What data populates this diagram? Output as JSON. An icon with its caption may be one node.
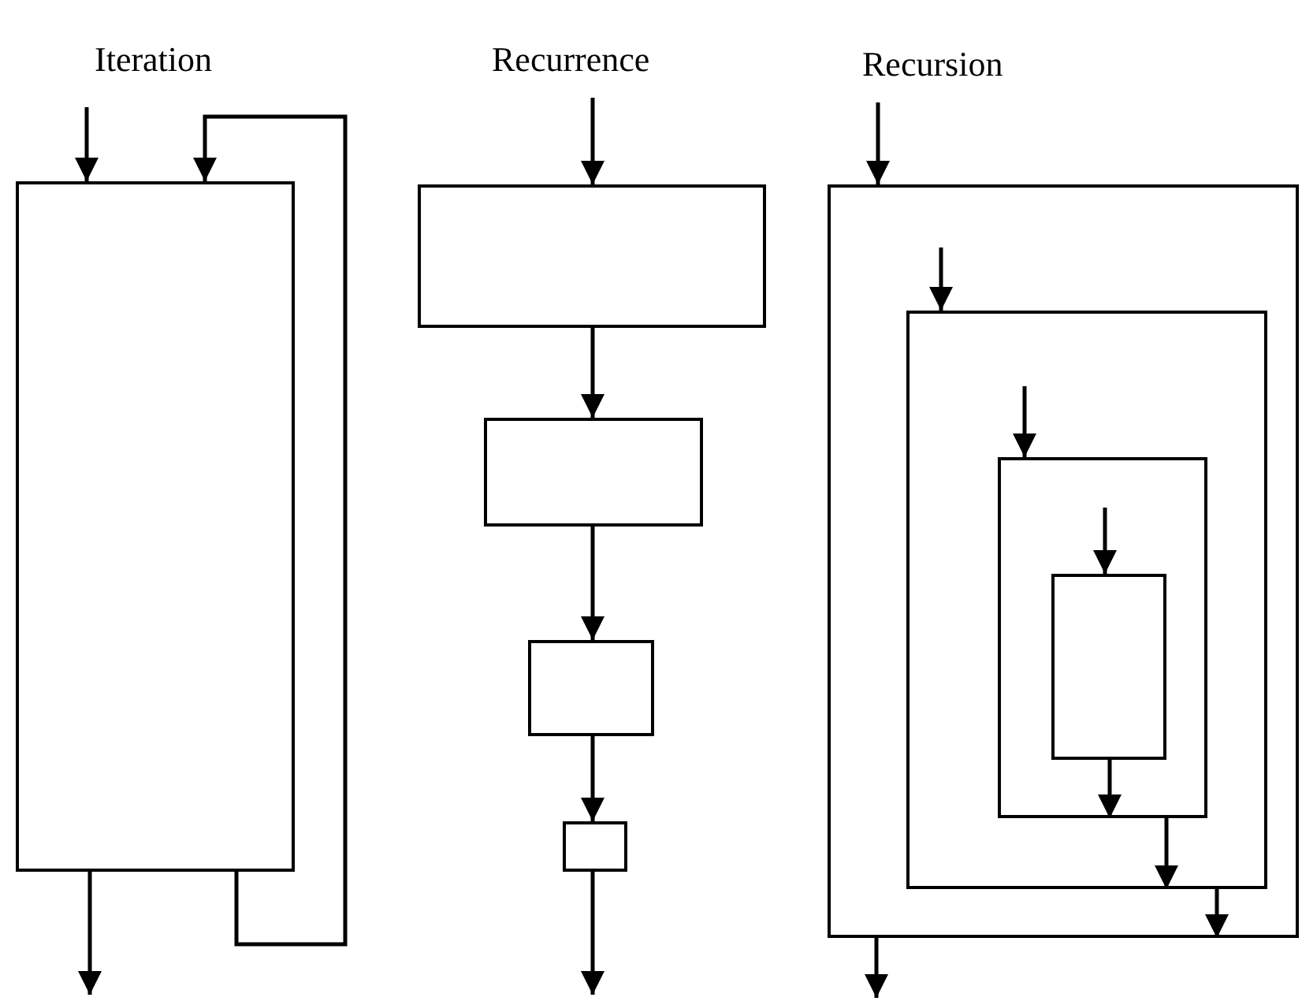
{
  "diagram": {
    "nodes": [
      {
        "text": [],
        "shape": "box"
      },
      {
        "text": [],
        "shape": "box"
      },
      {
        "text": [],
        "shape": "box"
      },
      {
        "text": [],
        "shape": "box"
      },
      {
        "text": [],
        "shape": "box"
      },
      {
        "text": [],
        "shape": "box"
      },
      {
        "text": [],
        "shape": "box",
        "in": 5
      },
      {
        "text": [],
        "shape": "box",
        "in": 6
      },
      {
        "text": [],
        "shape": "box",
        "in": 7
      }
    ],
    "edges": [
      {
        "from": null,
        "to": 0,
        "arrow": "to"
      },
      {
        "from": 0,
        "to": 0,
        "arrow": "to"
      },
      {
        "from": 0,
        "to": null,
        "arrow": "to"
      },
      {
        "from": null,
        "to": 1,
        "arrow": "to"
      },
      {
        "from": 1,
        "to": 2,
        "arrow": "to"
      },
      {
        "from": 2,
        "to": 3,
        "arrow": "to"
      },
      {
        "from": 3,
        "to": 4,
        "arrow": "to"
      },
      {
        "from": 4,
        "to": null,
        "arrow": "to"
      },
      {
        "from": null,
        "to": 5,
        "arrow": "to"
      },
      {
        "from": null,
        "to": 6,
        "arrow": "to"
      },
      {
        "from": null,
        "to": 7,
        "arrow": "to"
      },
      {
        "from": null,
        "to": 8,
        "arrow": "to"
      },
      {
        "from": 8,
        "to": 7,
        "arrow": "to"
      },
      {
        "from": 7,
        "to": 6,
        "arrow": "to"
      },
      {
        "from": 6,
        "to": 5,
        "arrow": "to"
      },
      {
        "from": 5,
        "to": null,
        "arrow": "to"
      }
    ],
    "labels": [
      "Iteration",
      "Recurrence",
      "Recursion"
    ]
  }
}
